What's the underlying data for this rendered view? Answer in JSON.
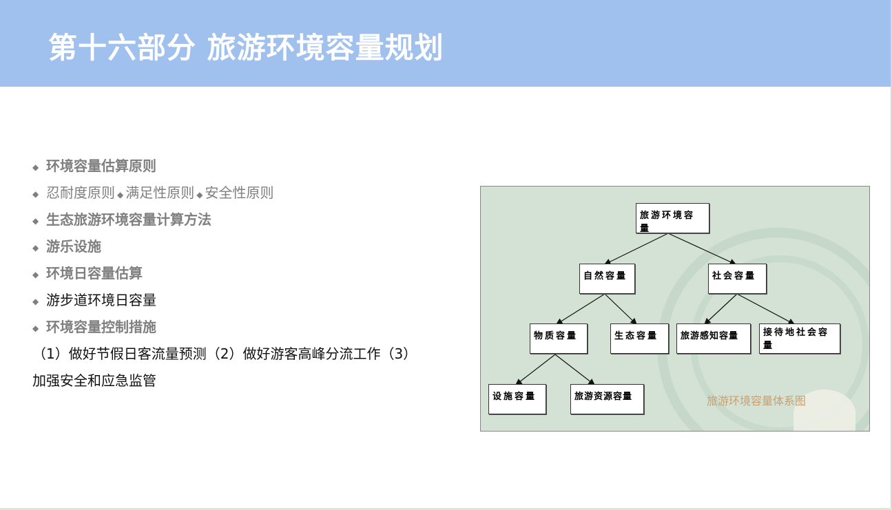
{
  "header": {
    "title": "第十六部分 旅游环境容量规划"
  },
  "content": {
    "lines": [
      {
        "text": "环境容量估算原则"
      },
      {
        "items": [
          "忍耐度原则",
          "满足性原则",
          "安全性原则"
        ]
      },
      {
        "text": "生态旅游环境容量计算方法"
      },
      {
        "text": "游乐设施"
      },
      {
        "text": "环境日容量估算"
      },
      {
        "text": "游步道环境日容量"
      },
      {
        "text": "环境容量控制措施"
      }
    ],
    "paragraph_line1": "（1）做好节假日客流量预测（2）做好游客高峰分流工作（3）",
    "paragraph_line2": "加强安全和应急监管"
  },
  "figure": {
    "caption": "旅游环境容量体系图",
    "nodes": {
      "root": "旅游环境容量",
      "natural": "自然容量",
      "social": "社会容量",
      "material": "物质容量",
      "ecological": "生态容量",
      "perception": "旅游感知容量",
      "host": "接待地社会容量",
      "facility": "设施容量",
      "resource": "旅游资源容量"
    }
  }
}
